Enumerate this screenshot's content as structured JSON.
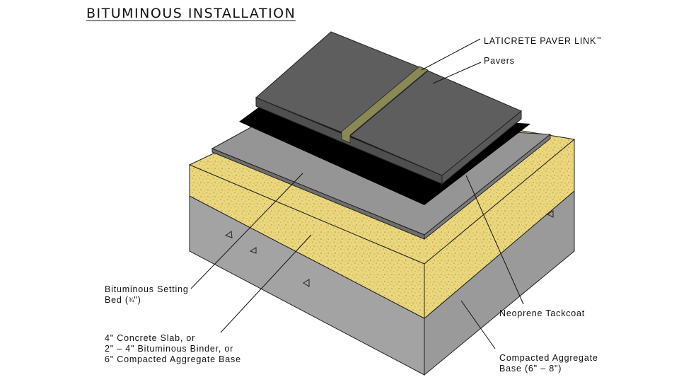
{
  "title": "BITUMINOUS  INSTALLATION",
  "labels": {
    "paver_link": {
      "text": "LATICRETE PAVER LINK",
      "mark": "™"
    },
    "pavers": "Pavers",
    "setting_bed": {
      "line1": "Bituminous Setting",
      "line2_prefix": "Bed (",
      "fraction": "¾",
      "line2_suffix": "\")"
    },
    "slab": {
      "line1": "4\" Concrete Slab, or",
      "line2": "2\" – 4\" Bituminous Binder, or",
      "line3": "6\" Compacted Aggregate Base"
    },
    "tackcoat": "Neoprene Tackcoat",
    "aggregate": {
      "line1": "Compacted Aggregate",
      "line2": "Base (6\" – 8\")"
    }
  },
  "colors": {
    "paver_top": "#5e5e5e",
    "paver_side": "#4f4f4f",
    "joint": "#8a8855",
    "tackcoat": "#000000",
    "setting_bed": "#959595",
    "sand": "#ead77d",
    "concrete": "#a0a0a0"
  }
}
